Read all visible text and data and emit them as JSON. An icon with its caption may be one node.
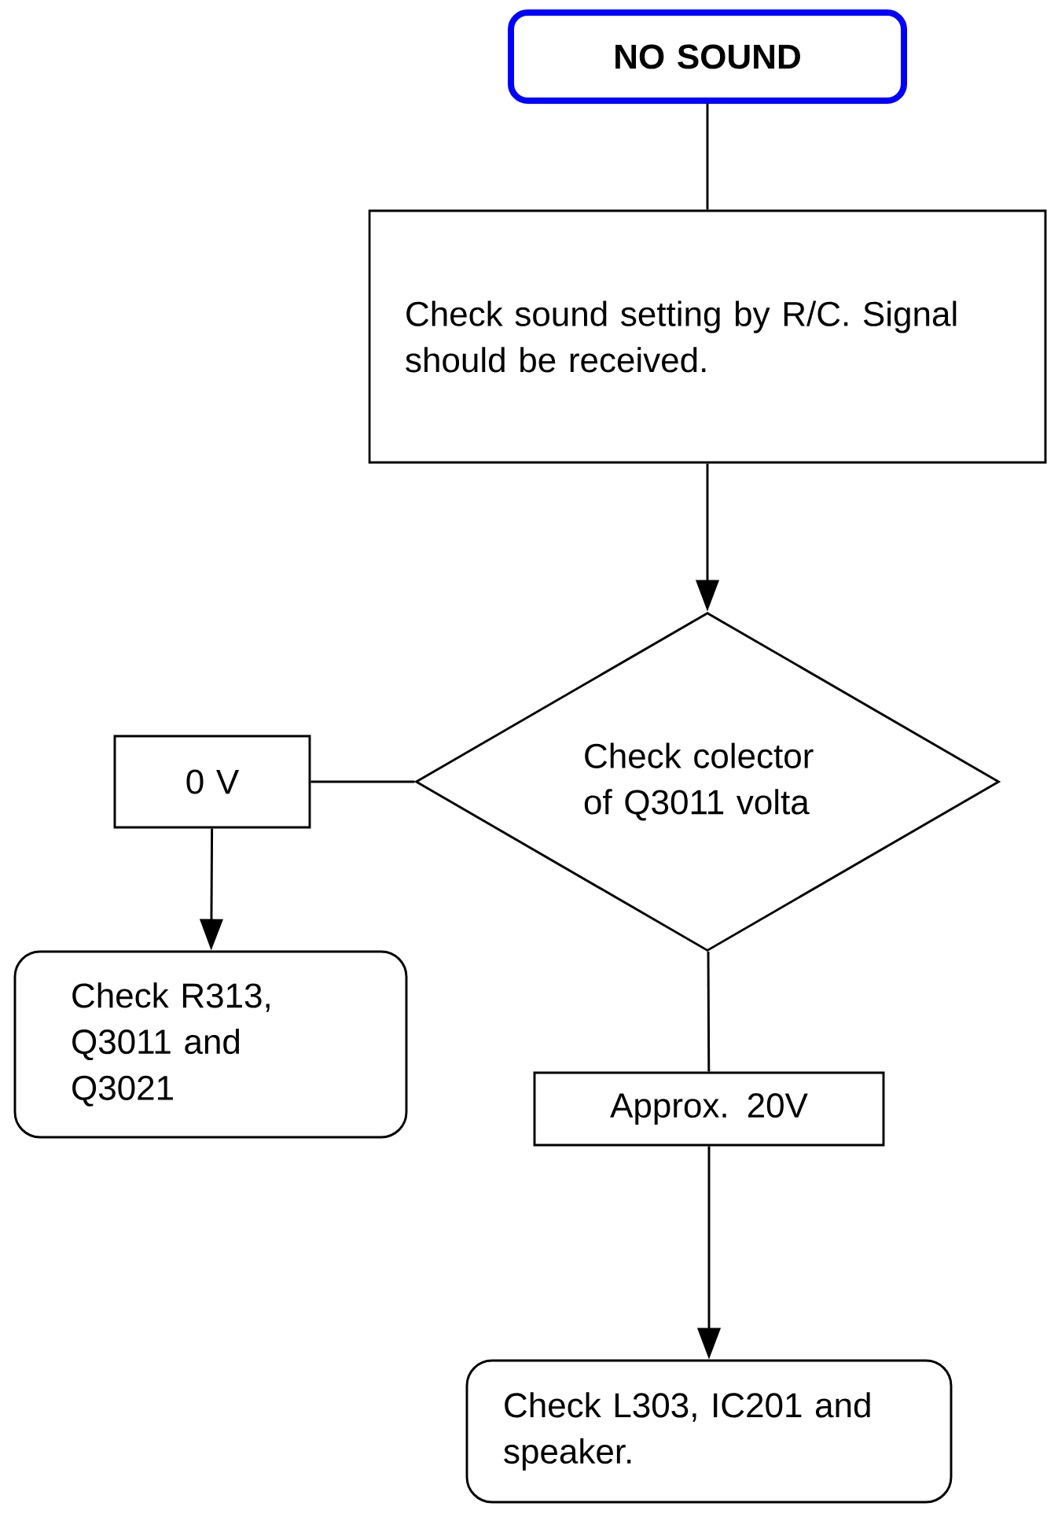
{
  "diagram": {
    "nodes": [
      {
        "text": [
          "NO SOUND"
        ]
      },
      {
        "text": [
          "Check sound setting by R/C. Signal should be received."
        ]
      },
      {
        "text": [
          "Check colector of Q3011 volta"
        ]
      },
      {
        "text": [
          "0 V"
        ]
      },
      {
        "text": [
          "Check R313, Q3011 and Q3021"
        ]
      },
      {
        "text": [
          "Approx. 20V"
        ]
      },
      {
        "text": [
          "Check L303, IC201 and speaker."
        ]
      }
    ],
    "edges": [
      {
        "from": 0,
        "to": 1,
        "arrow": "none"
      },
      {
        "from": 1,
        "to": 2,
        "arrow": "to"
      },
      {
        "from": 2,
        "to": 3,
        "arrow": "none"
      },
      {
        "from": 3,
        "to": 4,
        "arrow": "to"
      },
      {
        "from": 2,
        "to": 5,
        "arrow": "none"
      },
      {
        "from": 5,
        "to": 6,
        "arrow": "to"
      }
    ]
  }
}
